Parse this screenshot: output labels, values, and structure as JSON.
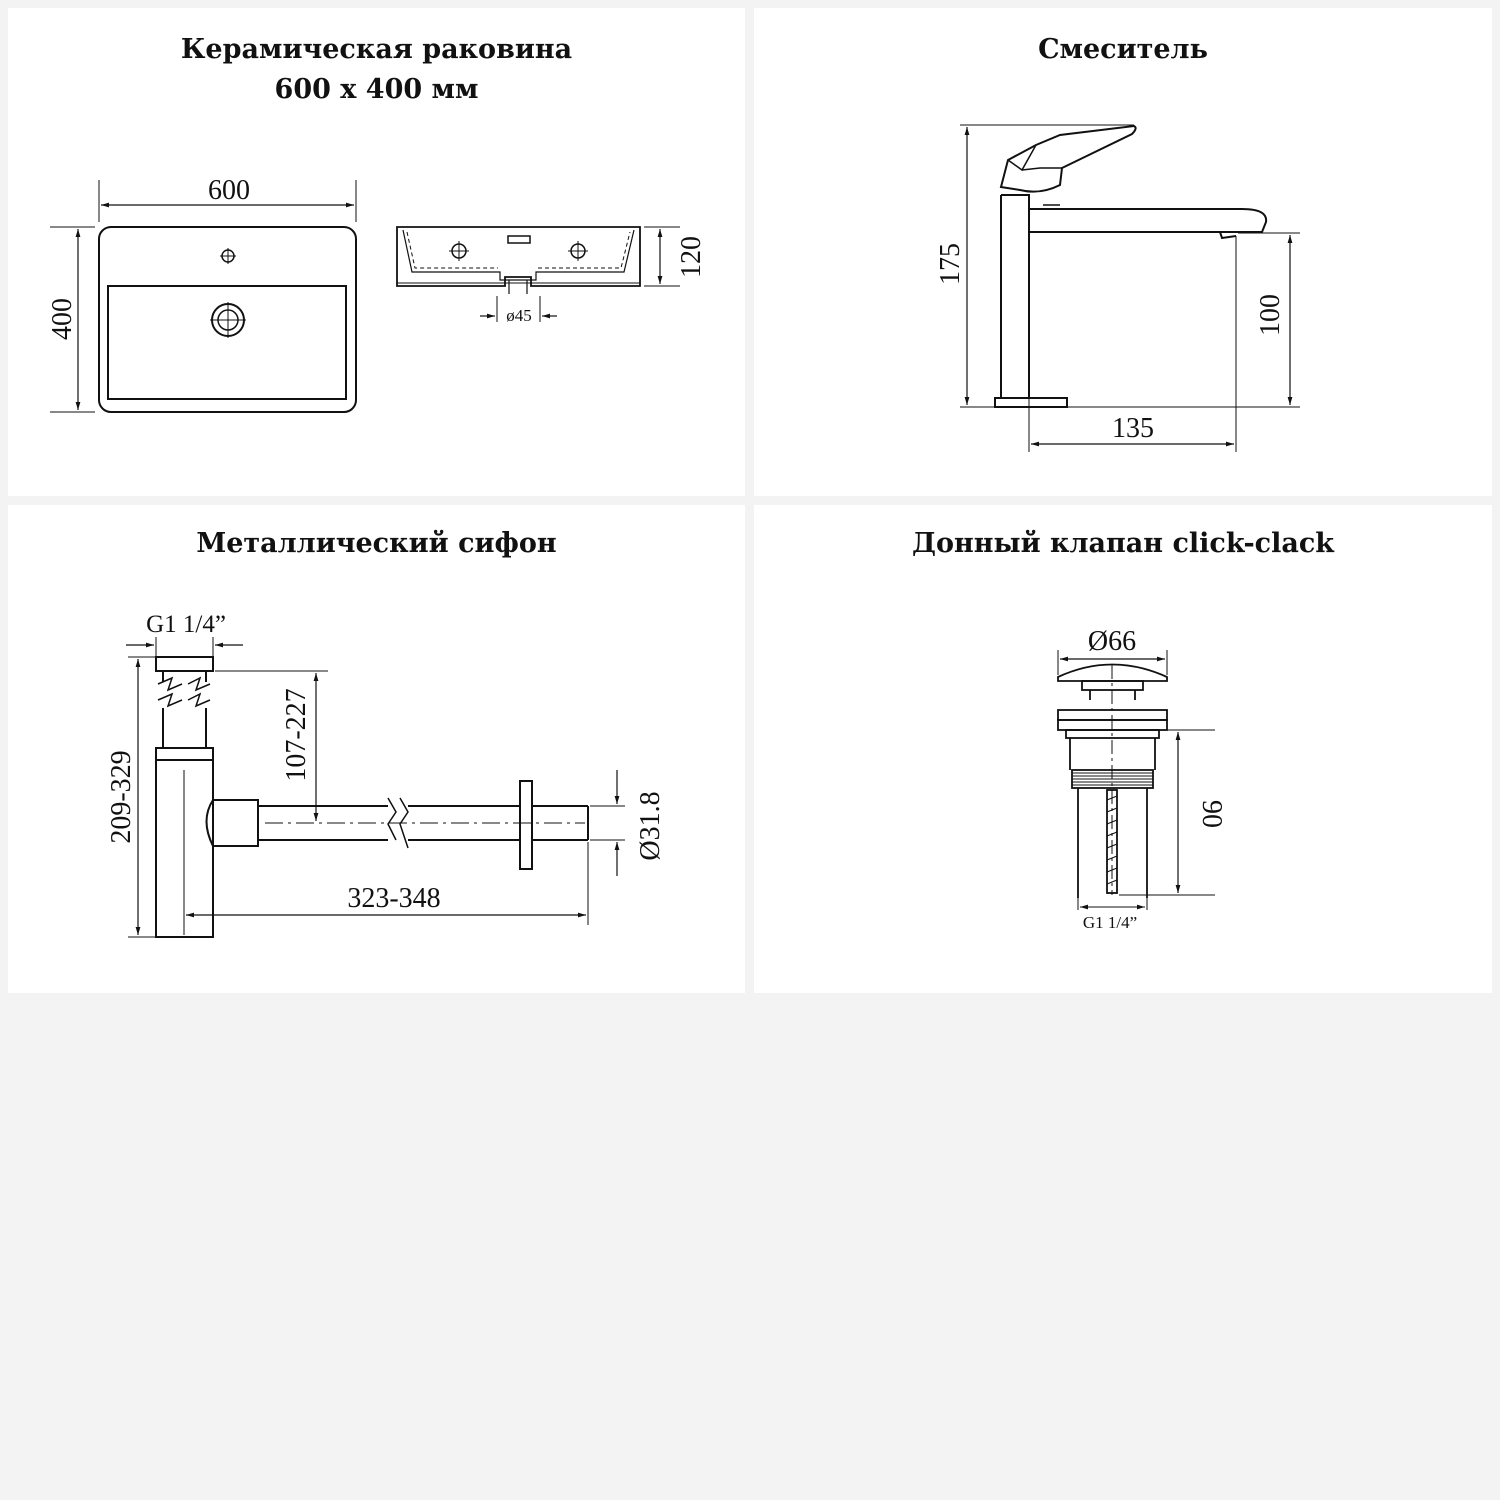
{
  "panels": {
    "basin": {
      "title_line1": "Керамическая раковина",
      "title_line2": "600 x 400 мм",
      "dim_width": "600",
      "dim_depth": "400",
      "dim_height": "120",
      "dim_drain": "ø45"
    },
    "faucet": {
      "title": "Смеситель",
      "dim_height": "175",
      "dim_spout_height": "100",
      "dim_reach": "135"
    },
    "siphon": {
      "title": "Металлический сифон",
      "dim_thread": "G1 1/4”",
      "dim_height_range": "209-329",
      "dim_outlet_height": "107-227",
      "dim_length": "323-348",
      "dim_pipe_diameter": "Ø31.8"
    },
    "valve": {
      "title": "Донный клапан click-clack",
      "dim_cap_diameter": "Ø66",
      "dim_height": "90",
      "dim_thread": "G1 1/4”"
    }
  }
}
